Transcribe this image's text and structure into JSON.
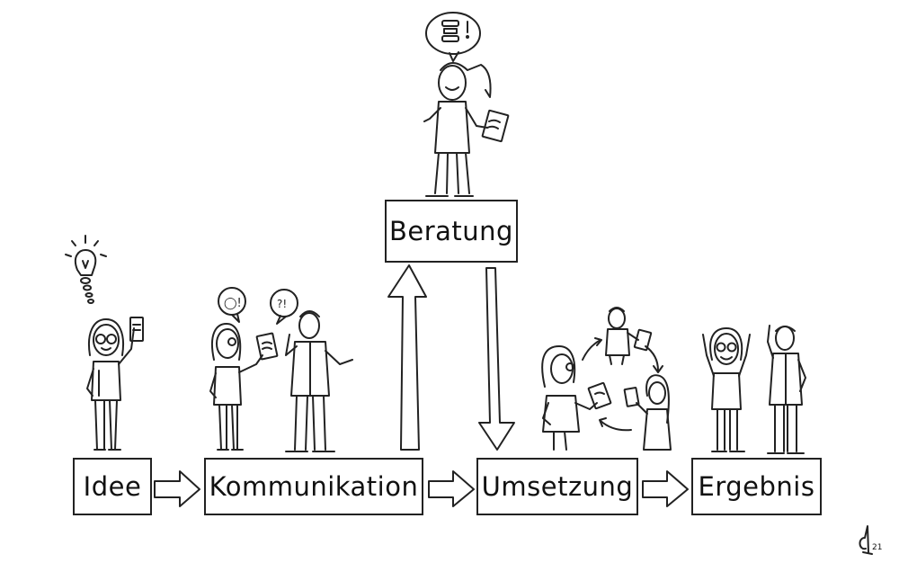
{
  "boxes": {
    "idee": "Idee",
    "kommunikation": "Kommunikation",
    "beratung": "Beratung",
    "umsetzung": "Umsetzung",
    "ergebnis": "Ergebnis"
  },
  "signature": {
    "year": "21"
  },
  "colors": {
    "ink": "#222222",
    "paper": "#ffffff"
  },
  "icons": [
    "lightbulb-icon",
    "speech-bubble-icon",
    "document-icon",
    "arrow-right-icon",
    "arrow-up-icon",
    "arrow-down-icon",
    "cycle-arrow-icon"
  ]
}
